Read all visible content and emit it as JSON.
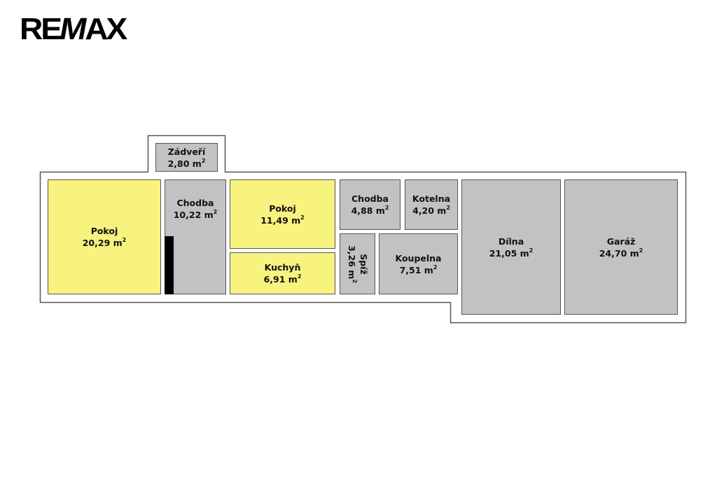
{
  "logo": "RE/MAX",
  "unit": "m",
  "unit_exp": "2",
  "colors": {
    "living": "#f8f27e",
    "utility": "#c2c2c2"
  },
  "rooms": [
    {
      "name": "Zádveří",
      "area": "2,80"
    },
    {
      "name": "Pokoj",
      "area": "20,29"
    },
    {
      "name": "Chodba",
      "area": "10,22"
    },
    {
      "name": "Pokoj",
      "area": "11,49"
    },
    {
      "name": "Kuchyň",
      "area": "6,91"
    },
    {
      "name": "Chodba",
      "area": "4,88"
    },
    {
      "name": "Kotelna",
      "area": "4,20"
    },
    {
      "name": "Spíž",
      "area": "3,26"
    },
    {
      "name": "Koupelna",
      "area": "7,51"
    },
    {
      "name": "Dílna",
      "area": "21,05"
    },
    {
      "name": "Garáž",
      "area": "24,70"
    }
  ]
}
